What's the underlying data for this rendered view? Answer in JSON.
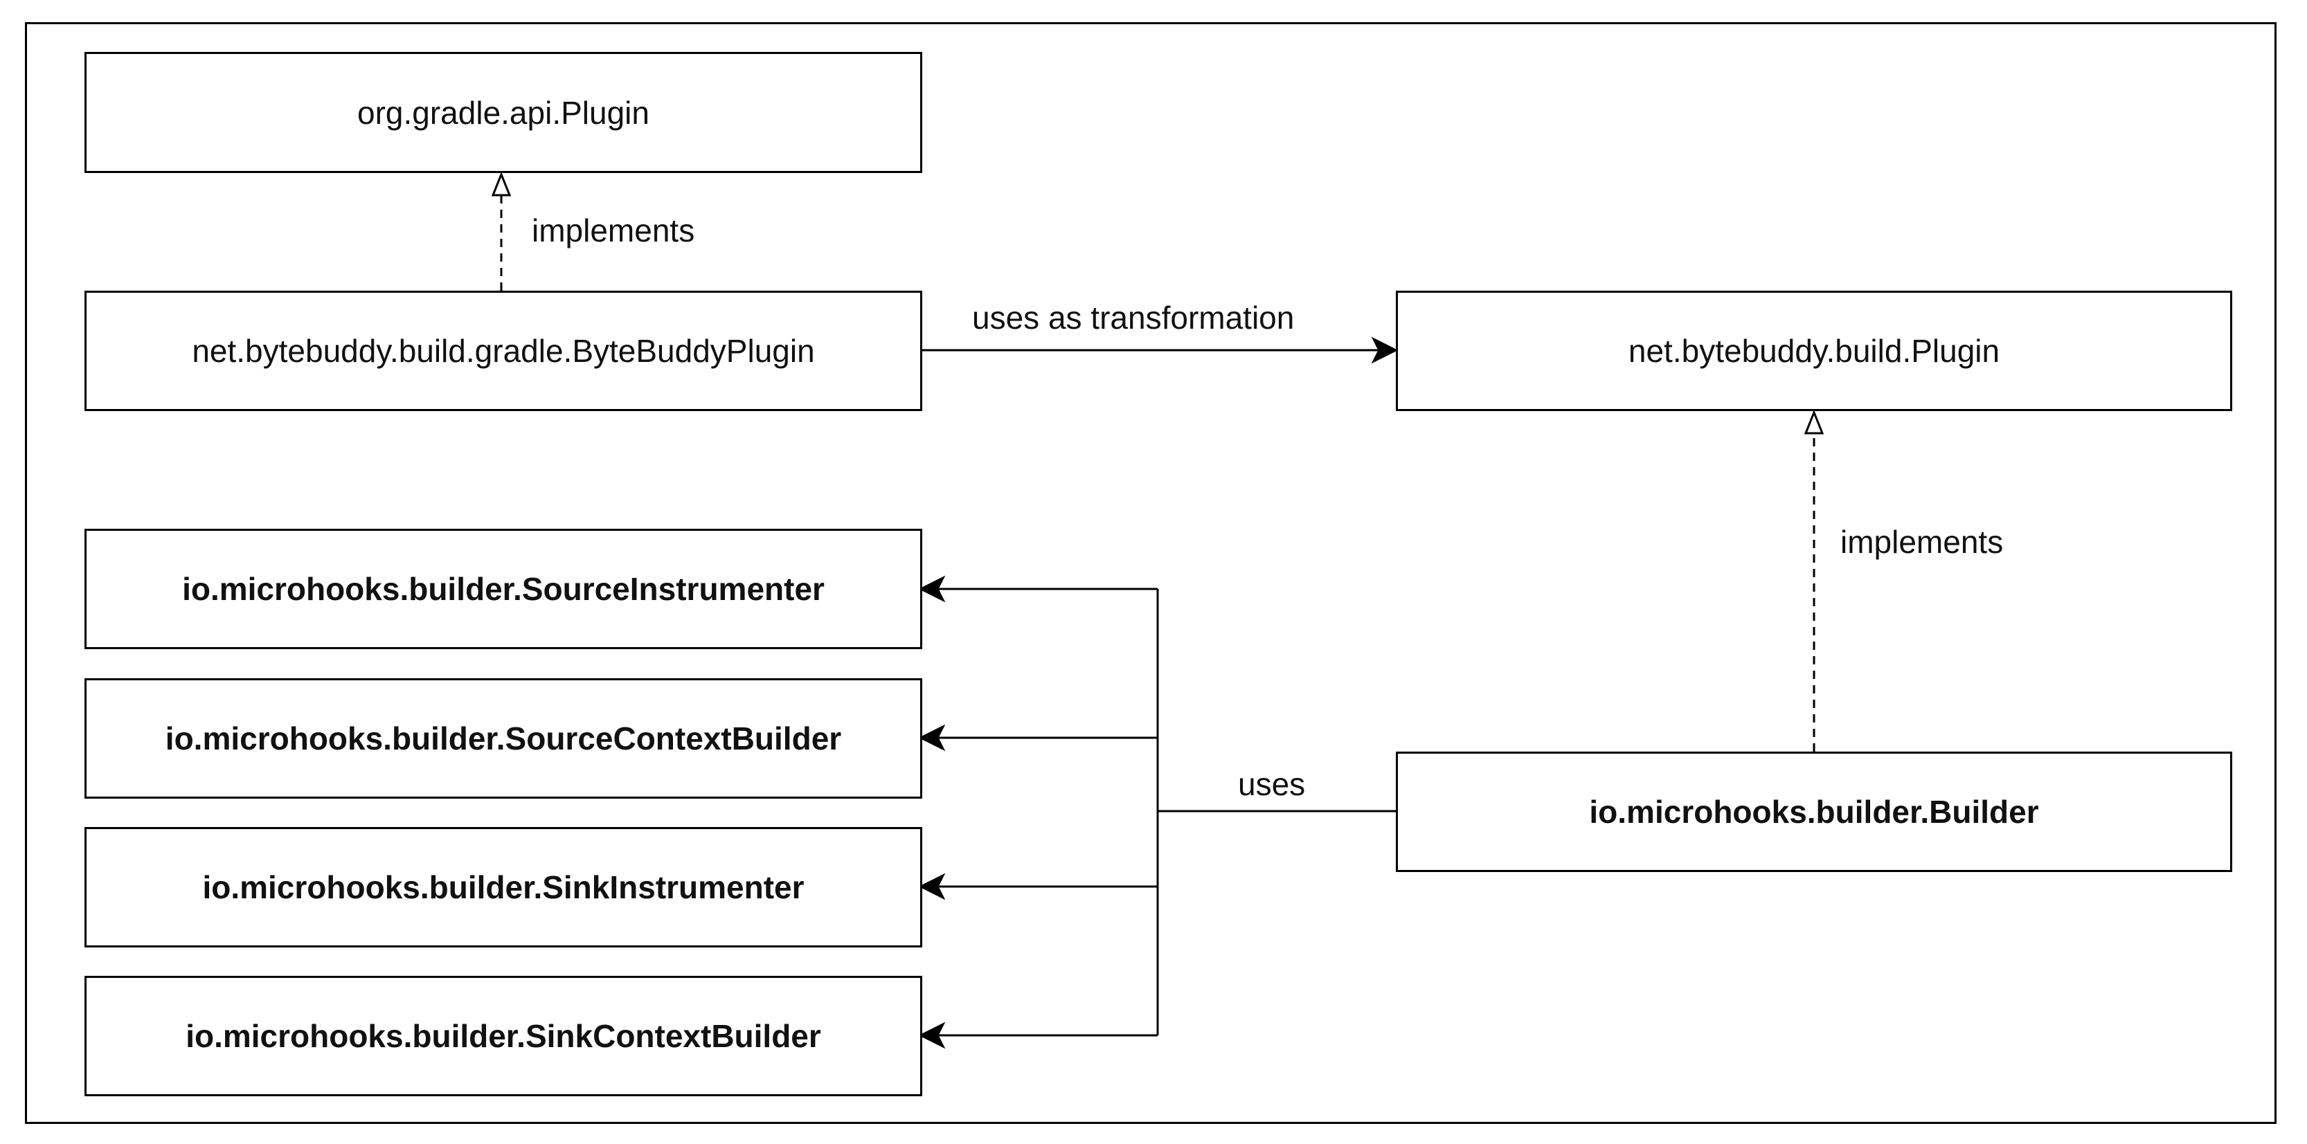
{
  "nodes": {
    "gradle_plugin": "org.gradle.api.Plugin",
    "bytebuddy_gradle_plugin": "net.bytebuddy.build.gradle.ByteBuddyPlugin",
    "bytebuddy_plugin": "net.bytebuddy.build.Plugin",
    "source_instrumenter": "io.microhooks.builder.SourceInstrumenter",
    "source_context_builder": "io.microhooks.builder.SourceContextBuilder",
    "sink_instrumenter": "io.microhooks.builder.SinkInstrumenter",
    "sink_context_builder": "io.microhooks.builder.SinkContextBuilder",
    "builder": "io.microhooks.builder.Builder"
  },
  "edges": {
    "implements_gradle": "implements",
    "uses_as_transformation": "uses as transformation",
    "implements_bytebuddy": "implements",
    "uses": "uses"
  }
}
